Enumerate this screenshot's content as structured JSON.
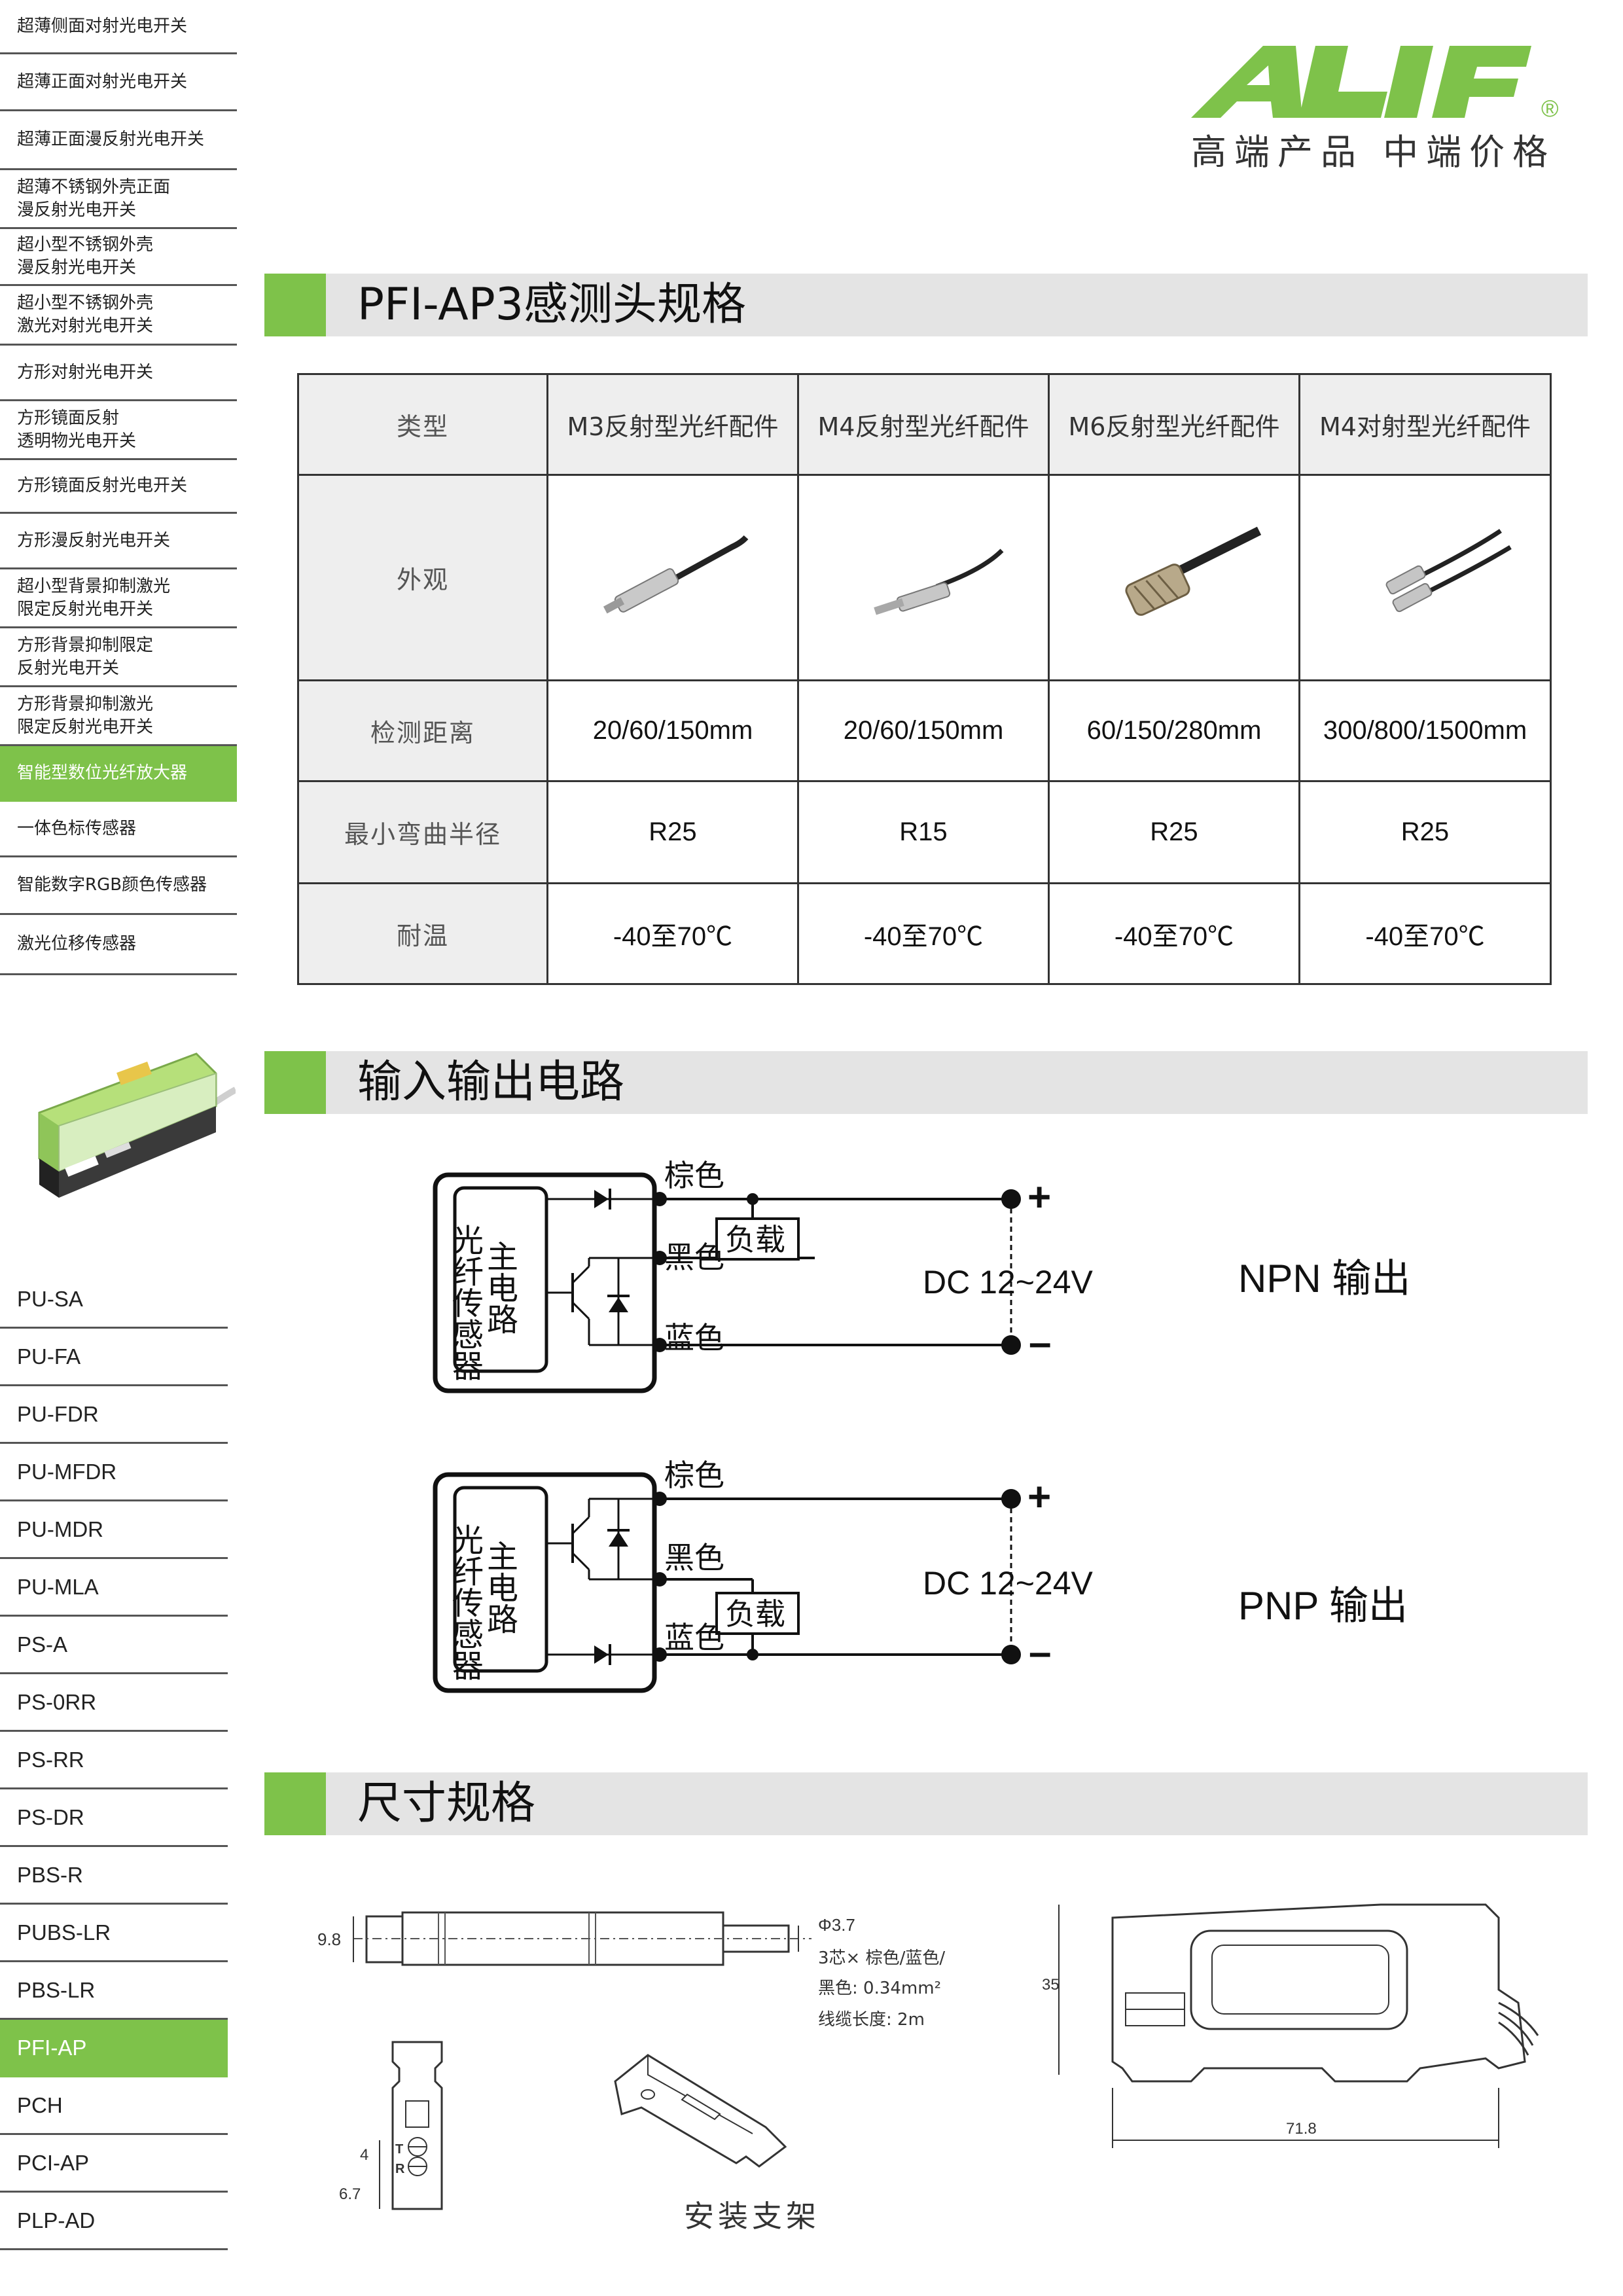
{
  "sidebar": {
    "top_items": [
      {
        "lines": [
          "超薄侧面对射光电开关"
        ]
      },
      {
        "lines": [
          "超薄正面对射光电开关"
        ]
      },
      {
        "lines": [
          "超薄正面漫反射光电开关"
        ]
      },
      {
        "lines": [
          "超薄不锈钢外壳正面",
          "漫反射光电开关"
        ]
      },
      {
        "lines": [
          "超小型不锈钢外壳",
          "漫反射光电开关"
        ]
      },
      {
        "lines": [
          "超小型不锈钢外壳",
          "激光对射光电开关"
        ]
      },
      {
        "lines": [
          "方形对射光电开关"
        ]
      },
      {
        "lines": [
          "方形镜面反射",
          "透明物光电开关"
        ]
      },
      {
        "lines": [
          "方形镜面反射光电开关"
        ]
      },
      {
        "lines": [
          "方形漫反射光电开关"
        ]
      },
      {
        "lines": [
          "超小型背景抑制激光",
          "限定反射光电开关"
        ]
      },
      {
        "lines": [
          "方形背景抑制限定",
          "反射光电开关"
        ]
      },
      {
        "lines": [
          "方形背景抑制激光",
          "限定反射光电开关"
        ]
      },
      {
        "lines": [
          "智能型数位光纤放大器"
        ]
      },
      {
        "lines": [
          "一体色标传感器"
        ]
      },
      {
        "lines": [
          "智能数字RGB颜色传感器"
        ]
      },
      {
        "lines": [
          "激光位移传感器"
        ]
      }
    ],
    "bottom_items": [
      "PU-SA",
      "PU-FA",
      "PU-FDR",
      "PU-MFDR",
      "PU-MDR",
      "PU-MLA",
      "PS-A",
      "PS-0RR",
      "PS-RR",
      "PS-DR",
      "PBS-R",
      "PUBS-LR",
      "PBS-LR",
      "PFI-AP",
      "PCH",
      "PCI-AP",
      "PLP-AD"
    ]
  },
  "brand": {
    "logo_text": "ALIF",
    "registered_mark": "®",
    "tagline": "高端产品 中端价格",
    "accent_color": "#7ec24a"
  },
  "sections": {
    "spec_title": "PFI-AP3感测头规格",
    "circuit_title": "输入输出电路",
    "dimension_title": "尺寸规格"
  },
  "spec_table": {
    "col_headers": [
      "类型",
      "M3反射型光纤配件",
      "M4反射型光纤配件",
      "M6反射型光纤配件",
      "M4对射型光纤配件"
    ],
    "appearance_label": "外观",
    "rows": [
      {
        "label": "检测距离",
        "values": [
          "20/60/150mm",
          "20/60/150mm",
          "60/150/280mm",
          "300/800/1500mm"
        ]
      },
      {
        "label": "最小弯曲半径",
        "values": [
          "R25",
          "R15",
          "R25",
          "R25"
        ]
      },
      {
        "label": "耐温",
        "values": [
          "-40至70℃",
          "-40至70℃",
          "-40至70℃",
          "-40至70℃"
        ]
      }
    ]
  },
  "circuits": {
    "box_text_left": "光纤传感器",
    "box_text_right": "主电路",
    "wires": {
      "brown": "棕色",
      "black": "黑色",
      "blue": "蓝色"
    },
    "load": "负载",
    "supply": "DC 12~24V",
    "plus": "+",
    "minus": "–",
    "npn_label": "NPN 输出",
    "pnp_label": "PNP 输出"
  },
  "dimensions": {
    "sensor_diameter": "9.8",
    "fiber_diameter": "Φ3.7",
    "cable_spec_1": "3芯× 棕色/蓝色/",
    "cable_spec_2": "黑色: 0.34mm²",
    "cable_spec_3": "线缆长度: 2m",
    "side_dim_4": "4",
    "side_dim_67": "6.7",
    "side_letter_t": "T",
    "side_letter_r": "R",
    "amp_height": "35",
    "amp_length": "71.8",
    "bracket_caption": "安装支架"
  }
}
